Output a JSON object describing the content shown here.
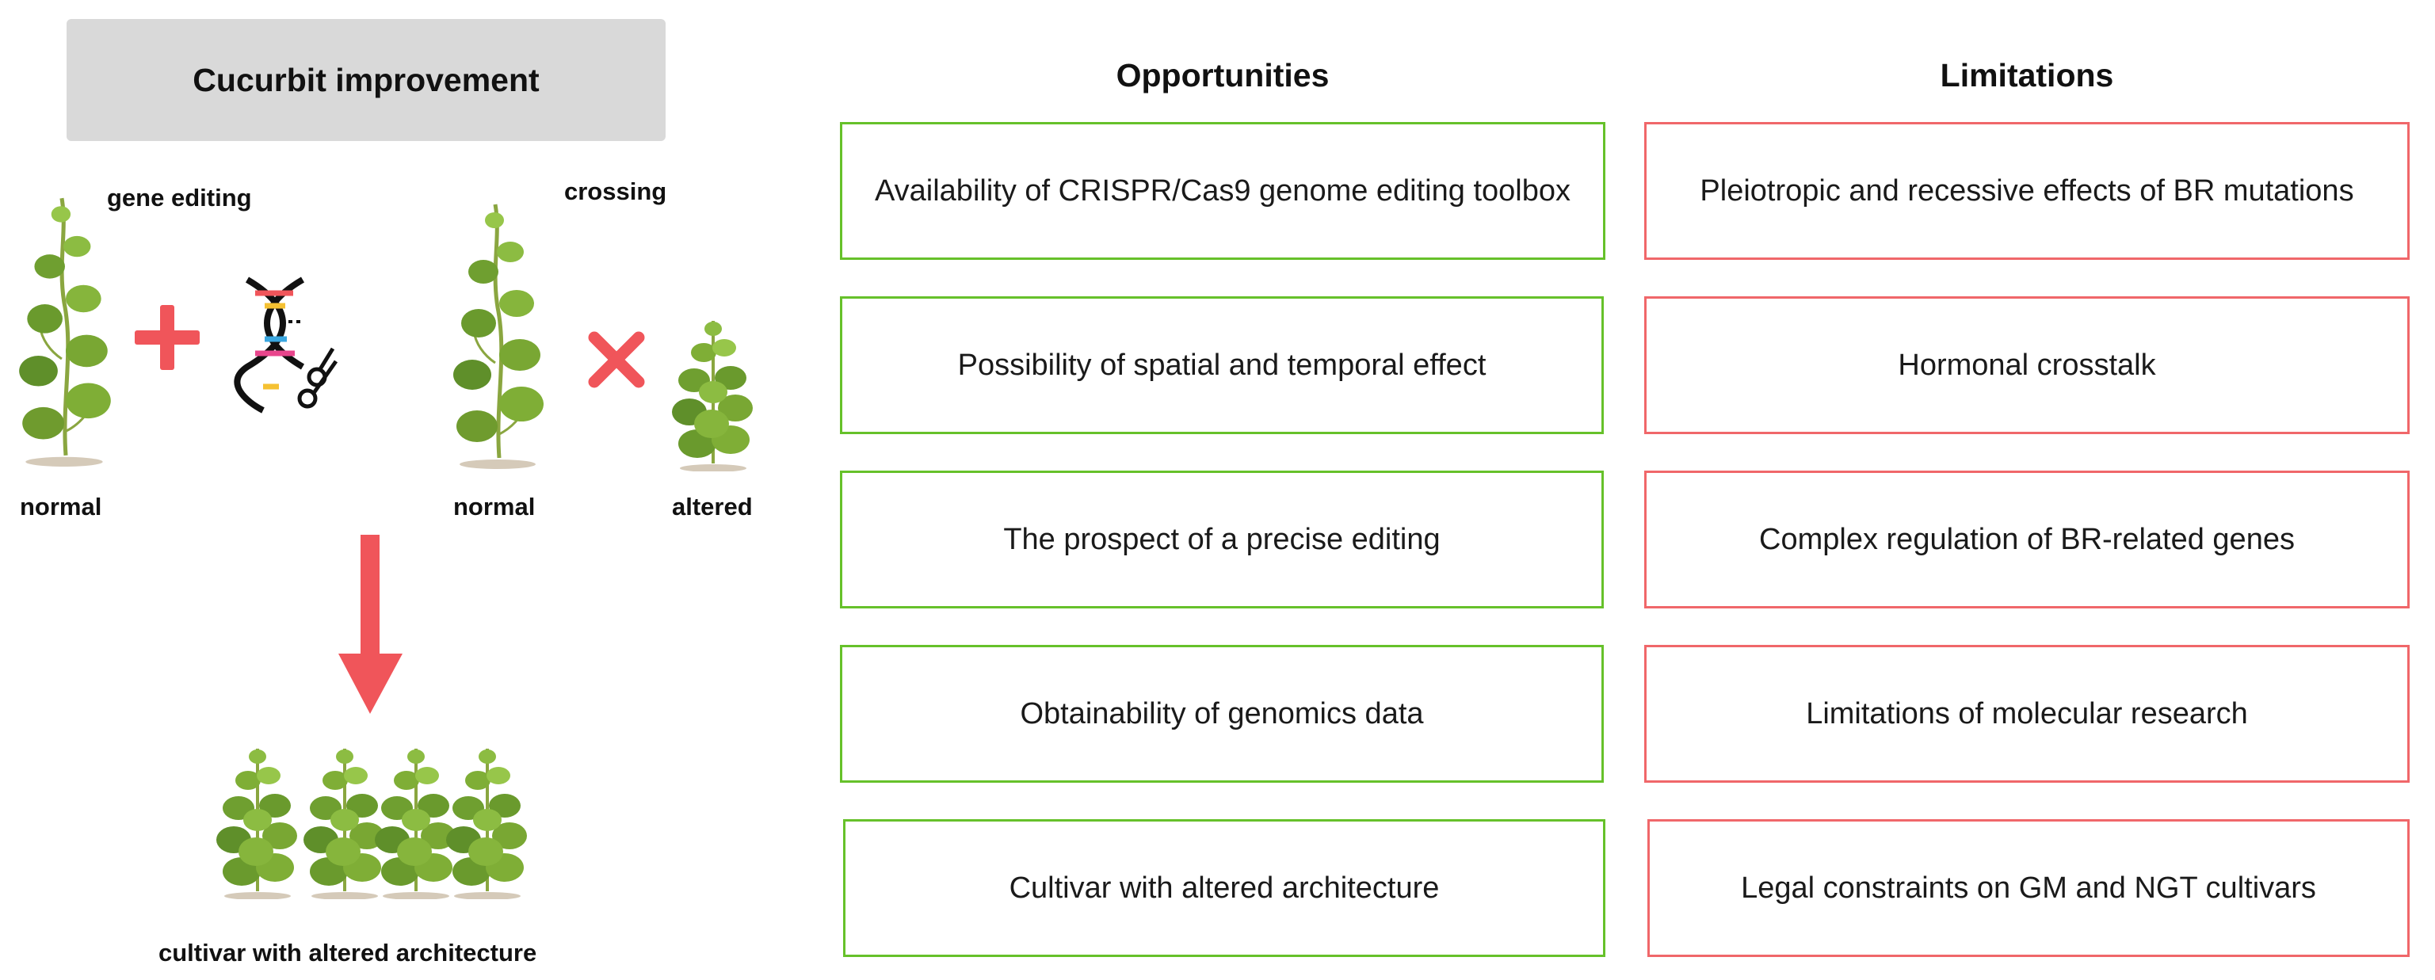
{
  "left_panel": {
    "title": "Cucurbit improvement",
    "labels": {
      "gene_editing": "gene editing",
      "crossing": "crossing",
      "normal_left": "normal",
      "normal_right": "normal",
      "altered": "altered",
      "result": "cultivar with altered architecture"
    },
    "icons": {
      "plus": "plus-icon",
      "cross": "cross-icon",
      "dna_scissors": "dna-scissors-icon",
      "arrow": "arrow-down-icon",
      "plant": "cucumber-plant-icon"
    },
    "colors": {
      "accent_red": "#f0555a",
      "plant_green": "#5f8f2a"
    }
  },
  "opportunities": {
    "header": "Opportunities",
    "border_color": "#66c12a",
    "items": [
      "Availability of CRISPR/Cas9 genome editing toolbox",
      "Possibility of spatial and temporal effect",
      "The prospect of a precise editing",
      "Obtainability of genomics data",
      "Cultivar with altered architecture"
    ]
  },
  "limitations": {
    "header": "Limitations",
    "border_color": "#f0676a",
    "items": [
      "Pleiotropic and recessive effects of BR mutations",
      "Hormonal crosstalk",
      "Complex regulation of BR-related genes",
      "Limitations of molecular research",
      "Legal constraints on GM and NGT cultivars"
    ]
  }
}
